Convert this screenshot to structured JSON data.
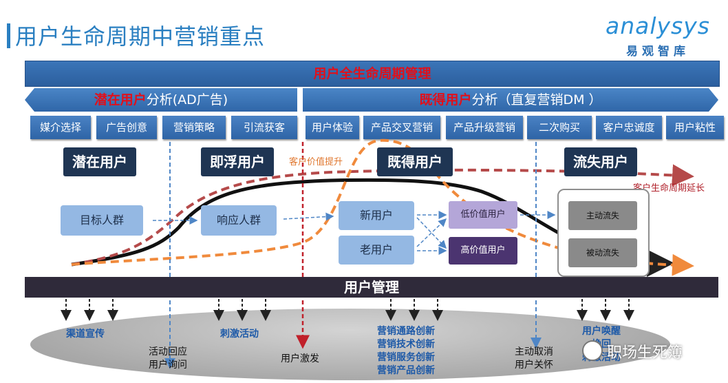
{
  "title": "用户生命周期中营销重点",
  "logo": {
    "en": "analysys",
    "cn": "易观智库"
  },
  "banner": "用户全生命周期管理",
  "analysis_left": {
    "highlight": "潜在用户",
    "text": "分析(AD广告)"
  },
  "analysis_right": {
    "highlight": "既得用户",
    "text": "分析（直复营销DM ）"
  },
  "tabs": [
    "媒介选择",
    "广告创意",
    "营销策略",
    "引流获客",
    "用户体验",
    "产品交叉营销",
    "产品升级营销",
    "二次购买",
    "客户忠诚度",
    "用户粘性"
  ],
  "stages": [
    "潜在用户",
    "即浮用户",
    "既得用户",
    "流失用户"
  ],
  "boxes": {
    "target": "目标人群",
    "response": "响应人群",
    "new_user": "新用户",
    "old_user": "老用户",
    "low_value": "低价值用户",
    "high_value": "高价值用户",
    "active_loss": "主动流失",
    "passive_loss": "被动流失"
  },
  "annotations": {
    "value_up": "客户价值提升",
    "lifecycle_extend": "客户生命周期延长"
  },
  "management": "用户管理",
  "bottom": {
    "channel": "渠道宣传",
    "activity_reply": [
      "活动回应",
      "用户询问"
    ],
    "stimulus": "刺激活动",
    "activation": "用户激发",
    "innovations": [
      "营销通路创新",
      "营销技术创新",
      "营销服务创新",
      "营销产品创新"
    ],
    "cancel_care": [
      "主动取消",
      "用户关怀"
    ],
    "wake": [
      "用户唤醒",
      "挽回",
      "刺激活动"
    ]
  },
  "watermark": "职场生死簿",
  "colors": {
    "blue": "#2a7fc1",
    "red": "#e0101b",
    "orange": "#f08a3c",
    "dark_red": "#b54a4a"
  }
}
